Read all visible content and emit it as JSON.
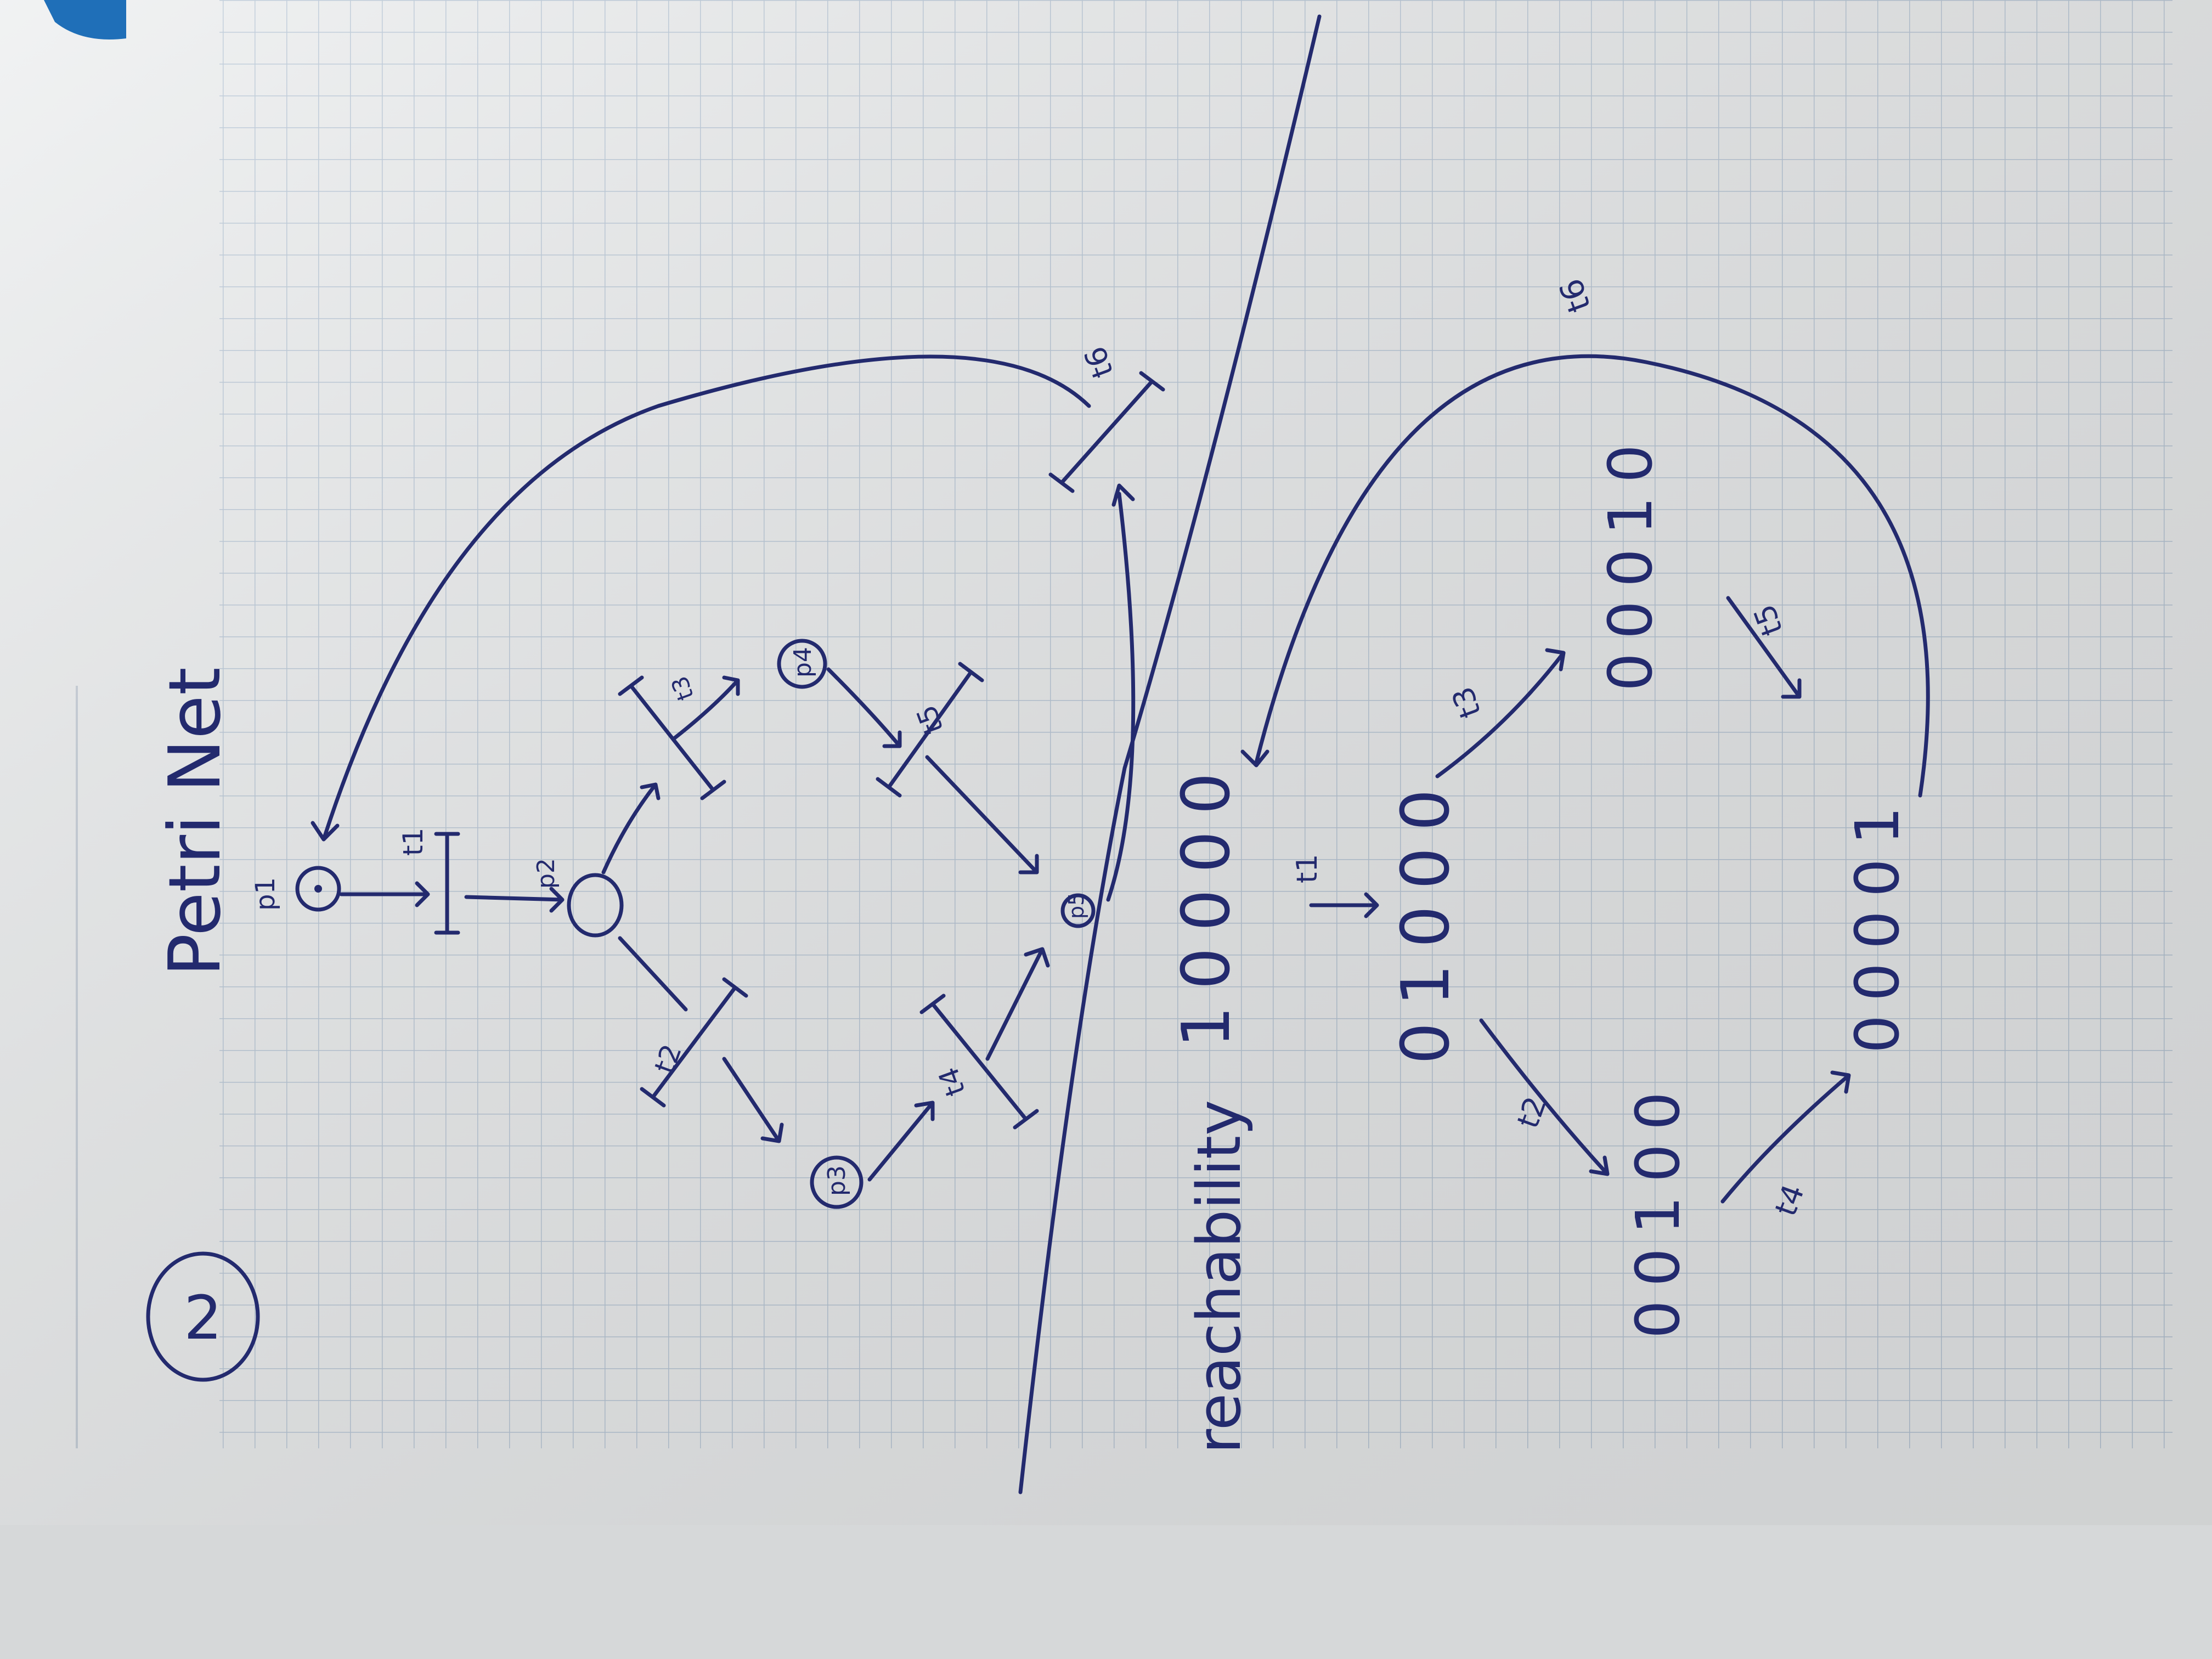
{
  "header": {
    "number": "2",
    "title": "Petri Net"
  },
  "net": {
    "places": [
      {
        "id": "p1",
        "label": "p1",
        "token": "•"
      },
      {
        "id": "p2",
        "label": "p2"
      },
      {
        "id": "p3",
        "label": "p3"
      },
      {
        "id": "p4",
        "label": "p4"
      },
      {
        "id": "p5",
        "label": "p5"
      }
    ],
    "transitions": [
      {
        "id": "t1",
        "label": "t1"
      },
      {
        "id": "t2",
        "label": "t2"
      },
      {
        "id": "t3",
        "label": "t3"
      },
      {
        "id": "t4",
        "label": "t4"
      },
      {
        "id": "t5",
        "label": "t5"
      },
      {
        "id": "t6",
        "label": "t6"
      }
    ]
  },
  "reachability": {
    "label": "reachability",
    "states": [
      "10000",
      "01000",
      "00100",
      "00010",
      "00001"
    ],
    "edges": [
      {
        "label": "t1"
      },
      {
        "label": "t2"
      },
      {
        "label": "t3"
      },
      {
        "label": "t4"
      },
      {
        "label": "t5"
      },
      {
        "label": "t6"
      }
    ]
  },
  "colors": {
    "ink": "#232a6e",
    "paper": "#eceeef",
    "grid": "#b5c5d6",
    "accent": "#1f6fb8"
  }
}
